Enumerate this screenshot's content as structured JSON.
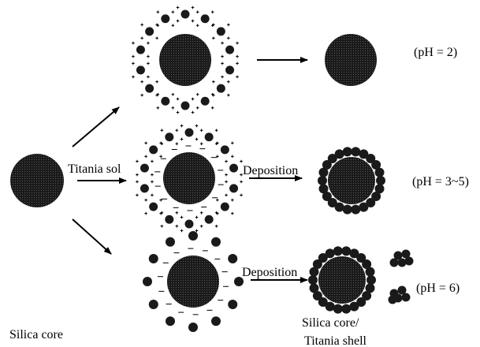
{
  "labels": {
    "silica_core": "Silica core",
    "titania_sol": "Titania sol",
    "deposition_mid": "Deposition",
    "deposition_bottom": "Deposition",
    "product_line1": "Silica core/",
    "product_line2": "Titania shell",
    "ph_top": "(pH = 2)",
    "ph_mid": "(pH = 3~5)",
    "ph_bottom": "(pH = 6)"
  },
  "colors": {
    "particle": "#1a1a1a",
    "stroke": "#000000"
  }
}
